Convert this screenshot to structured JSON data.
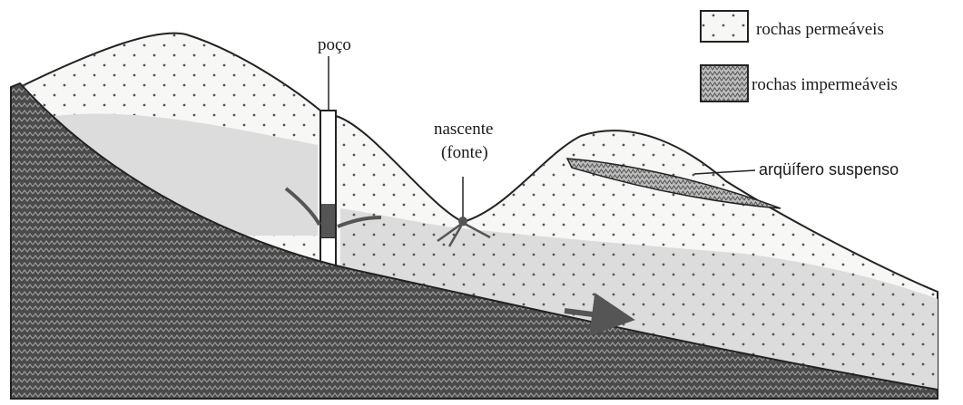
{
  "legend": {
    "permeable_label": "rochas permeáveis",
    "impermeable_label": "rochas impermeáveis"
  },
  "labels": {
    "well": "poço",
    "spring_line1": "nascente",
    "spring_line2": "(fonte)",
    "perched_aquifer": "arqüífero suspenso"
  },
  "colors": {
    "permeable_fill": "#f7f7f5",
    "saturated_fill": "#dedede",
    "impermeable_fill": "#454545",
    "outline": "#222222"
  }
}
